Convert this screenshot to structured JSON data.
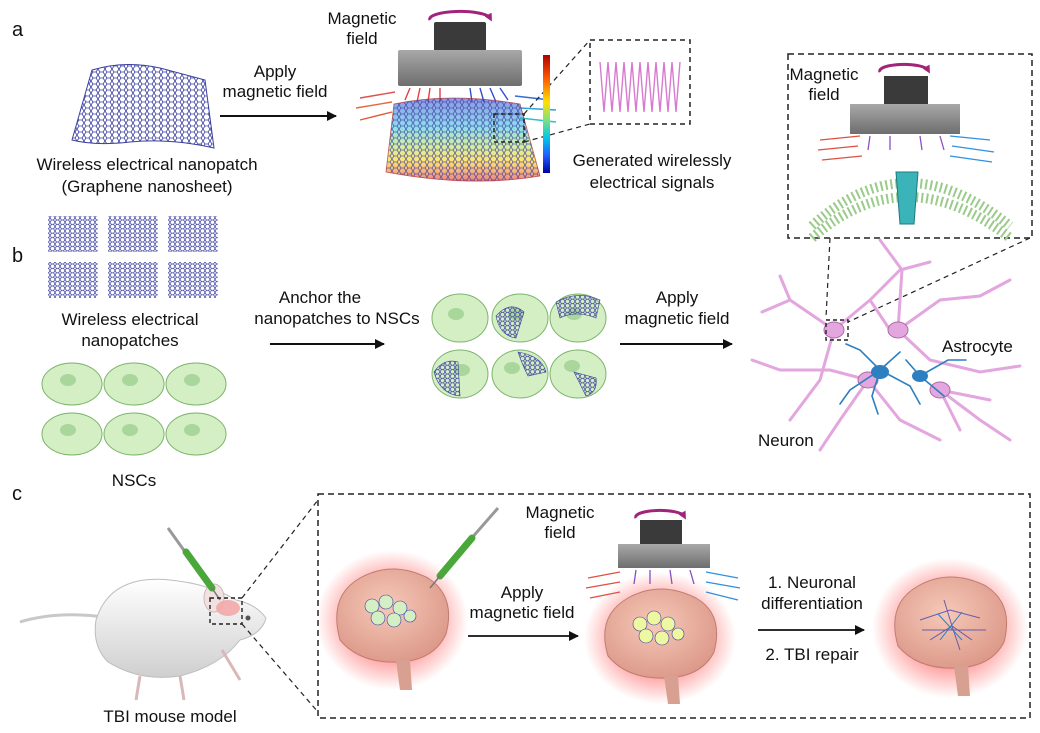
{
  "panels": {
    "a": {
      "letter": "a",
      "nanopatch_label_1": "Wireless electrical nanopatch",
      "nanopatch_label_2": "(Graphene nanosheet)",
      "apply_line1": "Apply",
      "apply_line2": "magnetic field",
      "magnetic_line1": "Magnetic",
      "magnetic_line2": "field",
      "signals_line1": "Generated wirelessly",
      "signals_line2": "electrical signals",
      "inset_magnetic_line1": "Magnetic",
      "inset_magnetic_line2": "field"
    },
    "b": {
      "letter": "b",
      "patches_line1": "Wireless electrical",
      "patches_line2": "nanopatches",
      "nsc_label": "NSCs",
      "anchor_line1": "Anchor the",
      "anchor_line2": "nanopatches to NSCs",
      "apply_line1": "Apply",
      "apply_line2": "magnetic field",
      "astrocyte": "Astrocyte",
      "neuron": "Neuron"
    },
    "c": {
      "letter": "c",
      "mouse_label": "TBI mouse model",
      "magnetic_line1": "Magnetic",
      "magnetic_line2": "field",
      "apply_line1": "Apply",
      "apply_line2": "magnetic field",
      "step1_line1": "1. Neuronal",
      "step1_line2": "differentiation",
      "step2": "2. TBI repair"
    }
  },
  "colors": {
    "graphene": "#3a3fa0",
    "cell_fill": "#d4efc4",
    "cell_nucleus": "#a9d69a",
    "magnet_dark": "#3a3a3a",
    "magnet_plate": "#8e8e8e",
    "rotation_arrow": "#a0257a",
    "syringe_green": "#4aa83a",
    "neuron_pink": "#e3a6de",
    "astrocyte_blue": "#2c7fc0",
    "brain_glow": "#ff6a6a"
  }
}
